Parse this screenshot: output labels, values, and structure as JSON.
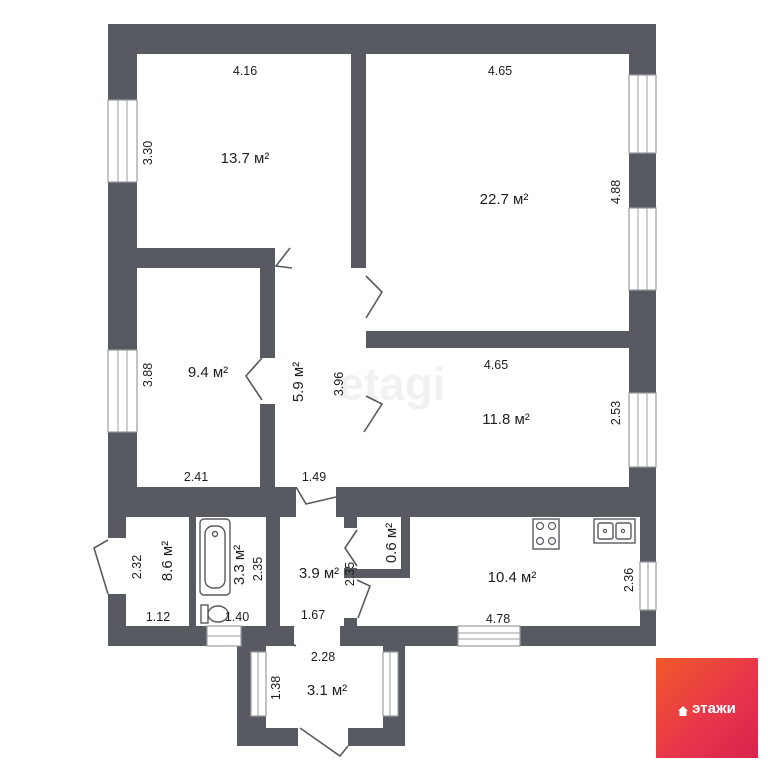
{
  "rooms": {
    "room_top_left": "13.7 м²",
    "room_top_right": "22.7 м²",
    "room_mid_left": "9.4 м²",
    "corridor": "5.9 м²",
    "room_mid_right": "11.8 м²",
    "room_small_left": "8.6 м²",
    "bathroom": "3.3 м²",
    "hall": "3.9 м²",
    "pantry": "0.6 м²",
    "kitchen": "10.4 м²",
    "porch": "3.1 м²"
  },
  "dims": {
    "d_416": "4.16",
    "d_330": "3.30",
    "d_465a": "4.65",
    "d_488": "4.88",
    "d_388": "3.88",
    "d_241": "2.41",
    "d_396": "3.96",
    "d_149": "1.49",
    "d_465b": "4.65",
    "d_253": "2.53",
    "d_232": "2.32",
    "d_112": "1.12",
    "d_235a": "2.35",
    "d_140": "1.40",
    "d_235b": "2.35",
    "d_167": "1.67",
    "d_236": "2.36",
    "d_478": "4.78",
    "d_228": "2.28",
    "d_138": "1.38"
  },
  "watermark": "etagi",
  "brand": {
    "name": "этажи",
    "colors": [
      "#f05a28",
      "#d9234d"
    ]
  },
  "colors": {
    "wall": "#575a61",
    "text": "#1e1e1e"
  }
}
